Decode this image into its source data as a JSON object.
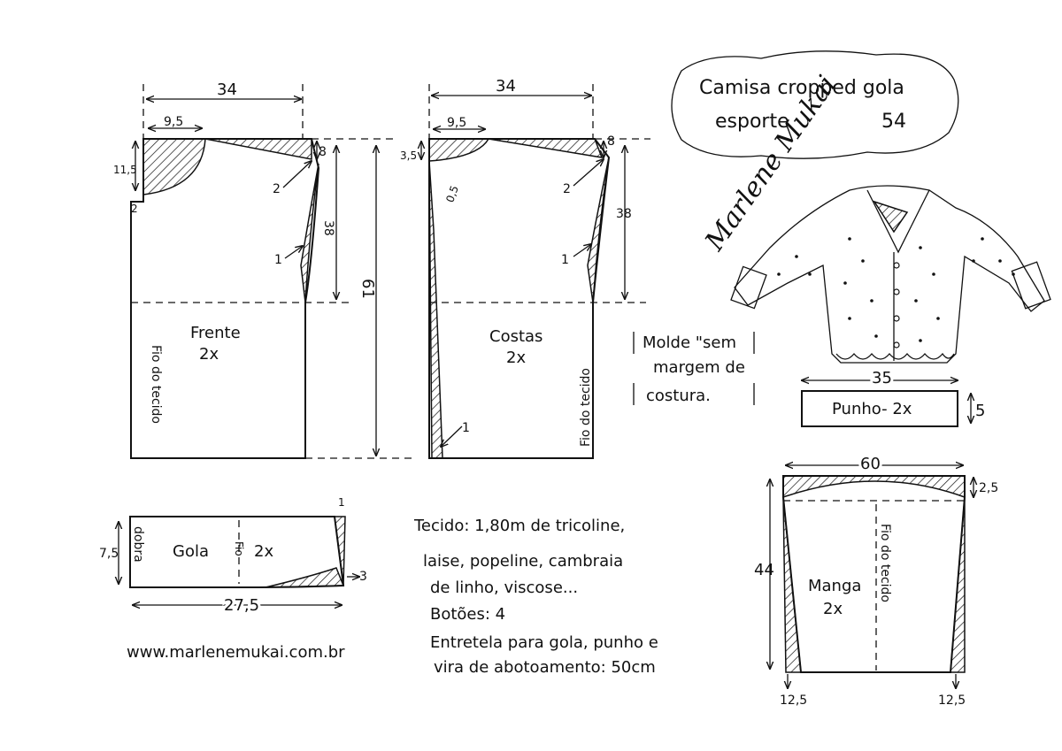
{
  "title": {
    "line1": "Camisa cropped gola",
    "line2": "esporte",
    "size": "54"
  },
  "signature": "Marlene Mukai",
  "note": {
    "line1": "Molde \"sem",
    "line2": "margem de",
    "line3": "costura."
  },
  "front": {
    "name": "Frente",
    "qty": "2x",
    "grain": "Fio do tecido",
    "width": "34",
    "neck_width": "9,5",
    "neck_depth": "11,5",
    "shoulder_drop": "8",
    "armhole": "38",
    "length": "61",
    "mark2": "2",
    "mark1": "1",
    "front_ext": "2"
  },
  "back": {
    "name": "Costas",
    "qty": "2x",
    "grain": "Fio do tecido",
    "width": "34",
    "neck_width": "9,5",
    "neck_depth": "3,5",
    "shoulder_drop": "8",
    "armhole": "38",
    "mark2": "2",
    "mark1": "1",
    "mark05": "0,5",
    "mark1b": "1"
  },
  "collar": {
    "name": "Gola",
    "qty": "2x",
    "fold": "dobra",
    "grain": "Fio",
    "height": "7,5",
    "length": "27,5",
    "tip1": "1",
    "tip3": "3"
  },
  "cuff": {
    "label": "Punho- 2x",
    "width": "35",
    "height": "5"
  },
  "sleeve": {
    "name": "Manga",
    "qty": "2x",
    "grain": "Fio do tecido",
    "width": "60",
    "cap": "2,5",
    "length": "44",
    "hem_left": "12,5",
    "hem_right": "12,5"
  },
  "materials": {
    "line1": "Tecido: 1,80m de tricoline,",
    "line2": "laise, popeline, cambraia",
    "line3": "de linho, viscose...",
    "line4": "Botões: 4",
    "line5": "Entretela para gola, punho e",
    "line6": "vira de abotoamento: 50cm"
  },
  "website": "www.marlenemukai.com.br"
}
